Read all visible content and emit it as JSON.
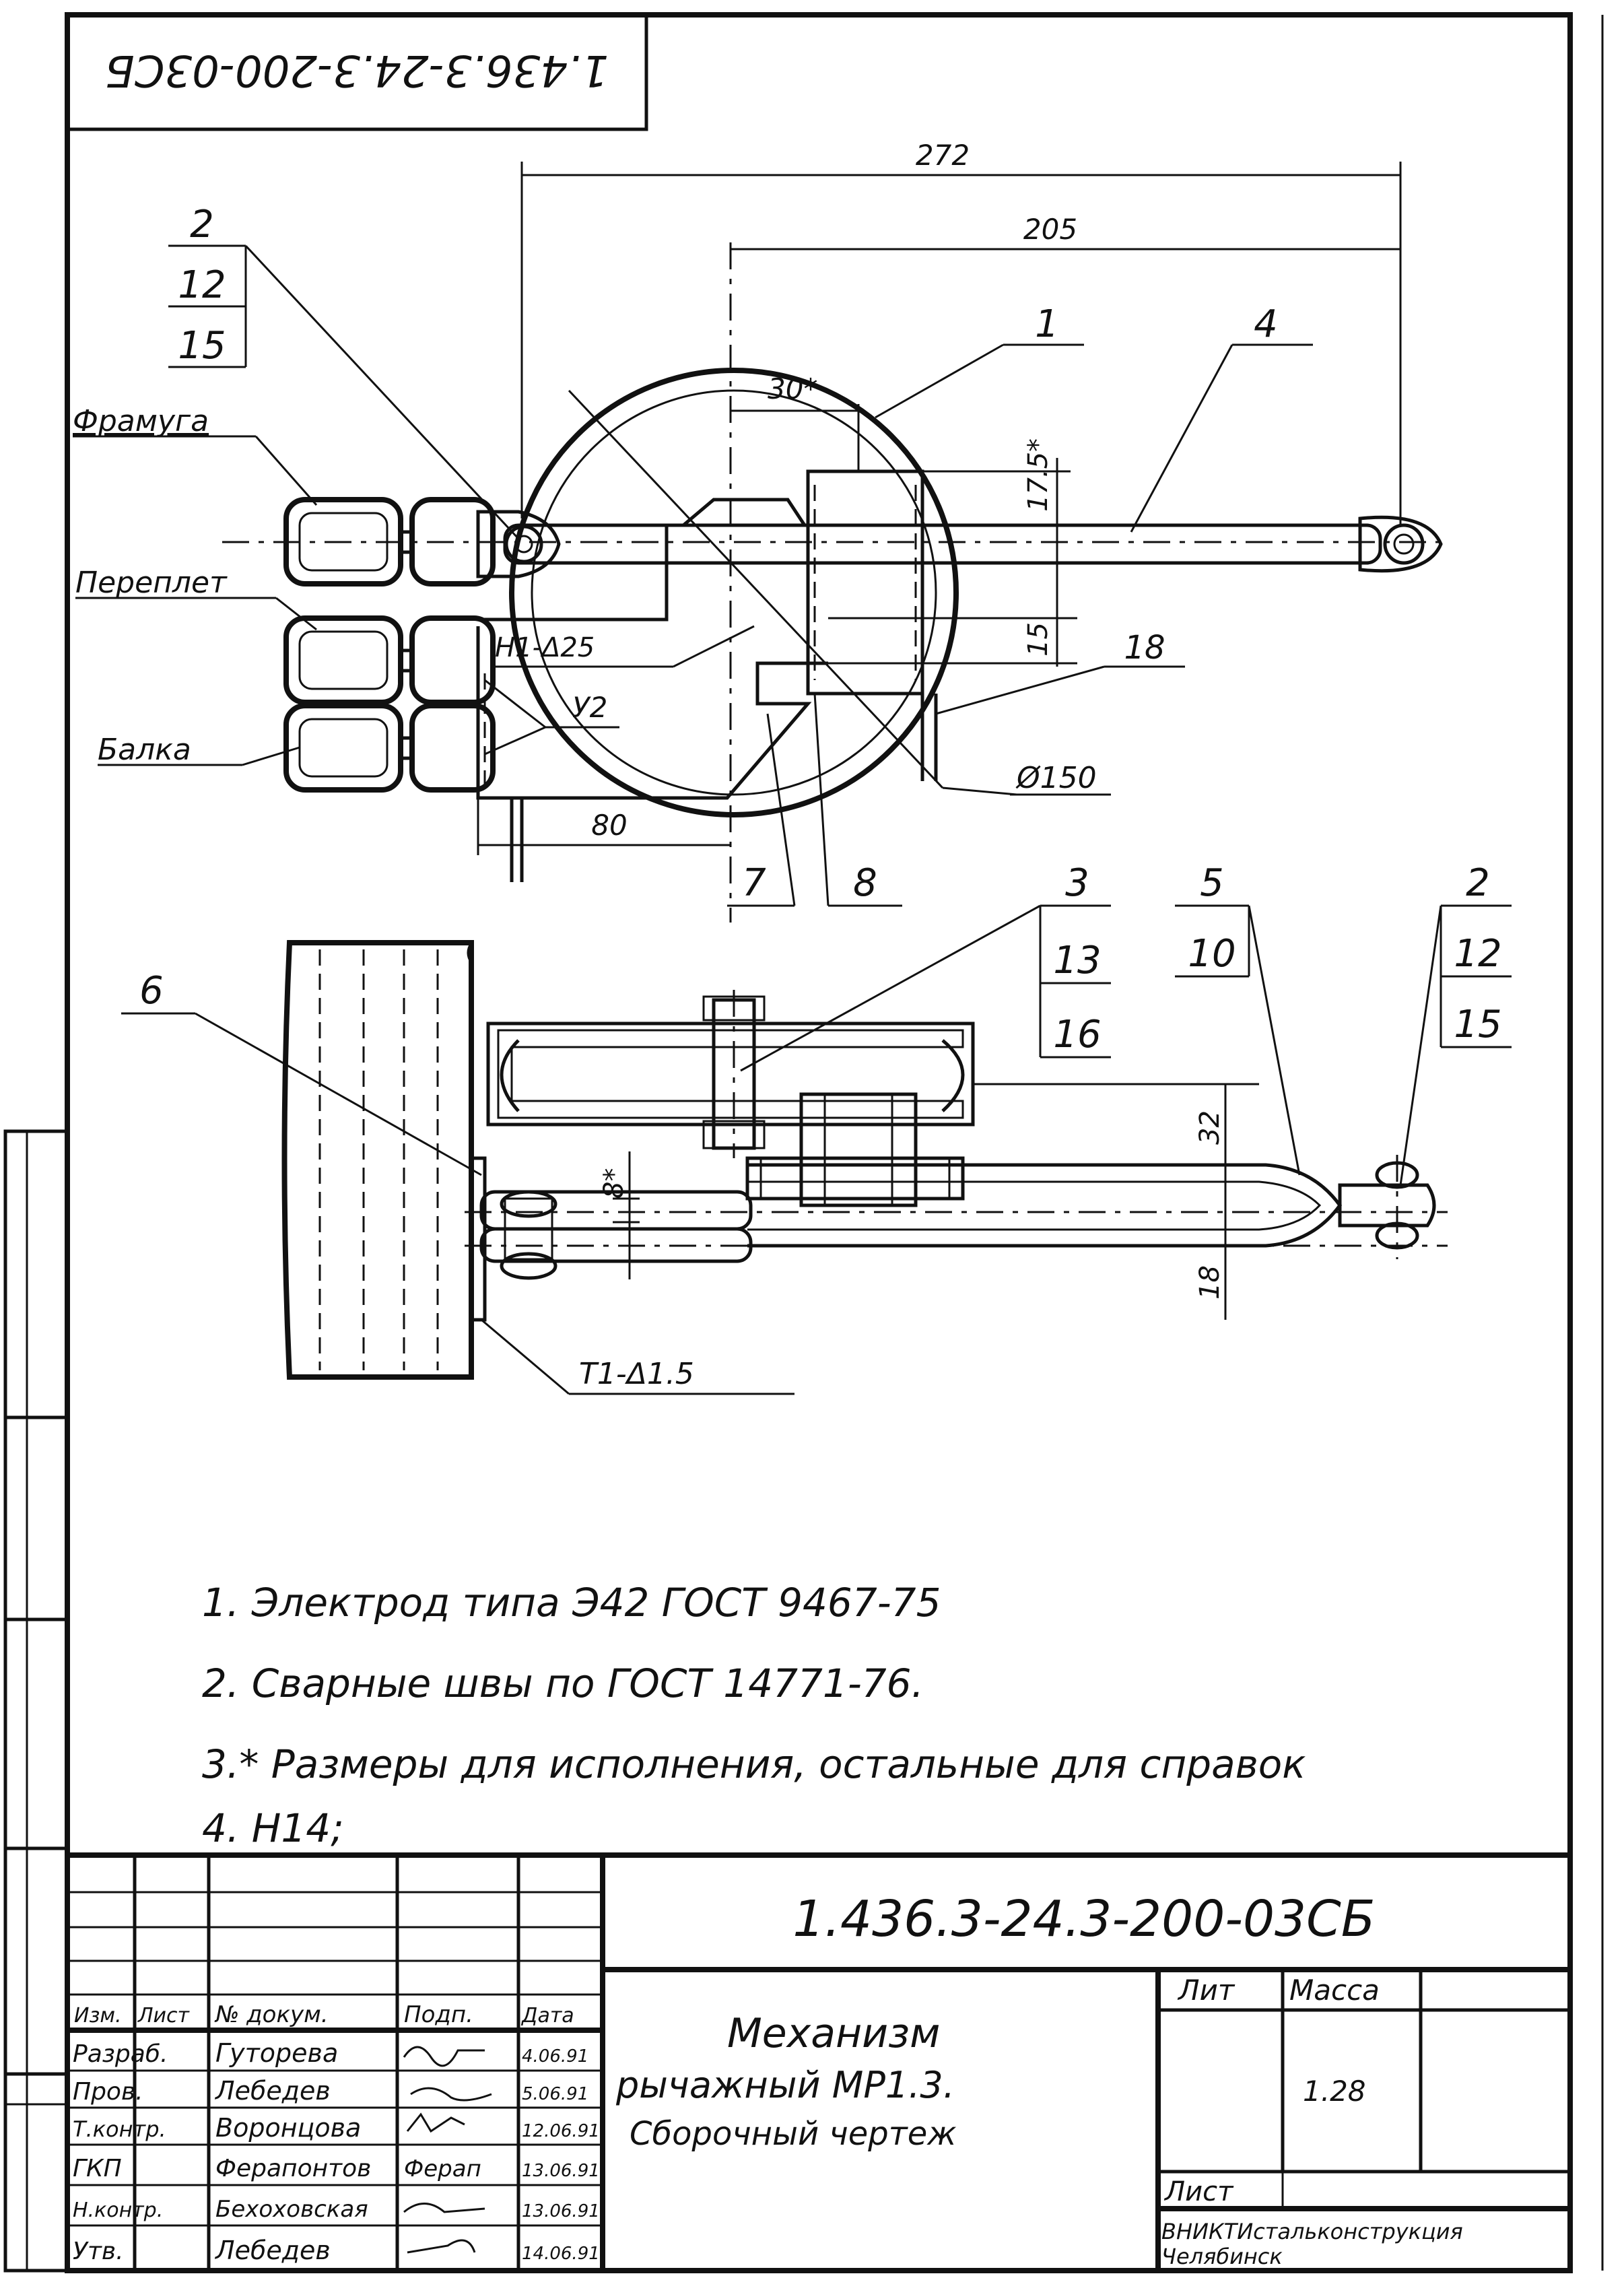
{
  "stamp_code": "1.436.3-24.3-200-03СБ",
  "dimensions": {
    "d272": "272",
    "d205": "205",
    "d30": "30*",
    "d17_5": "17.5*",
    "d15": "15",
    "d80": "80",
    "d_phi150": "Ø150",
    "d32": "32",
    "d8": "8*",
    "d18": "18"
  },
  "weld_marks": {
    "top": "Н1-Δ25",
    "bottom": "Т1-Δ1.5",
    "y2": "У2"
  },
  "profiles": {
    "p1": "Фрамуга",
    "p2": "Переплет",
    "p3": "Балка"
  },
  "callouts": {
    "c1": "1",
    "c2_top": [
      "2",
      "12",
      "15"
    ],
    "c4": "4",
    "c18": "18",
    "c7": "7",
    "c8": "8",
    "c3": [
      "3",
      "13",
      "16"
    ],
    "c5": [
      "5",
      "10"
    ],
    "c2_right": [
      "2",
      "12",
      "15"
    ],
    "c6": "6"
  },
  "notes": [
    "1. Электрод типа Э42 ГОСТ 9467-75",
    "2. Сварные швы по ГОСТ 14771-76.",
    "3.* Размеры для исполнения, остальные для справок",
    "4. Н14;"
  ],
  "title_block": {
    "doc_code": "1.436.3-24.3-200-03СБ",
    "title_lines": [
      "Механизм",
      "рычажный МР1.3.",
      "Сборочный чертеж"
    ],
    "headers": [
      "Изм.",
      "Лист",
      "№ докум.",
      "Подп.",
      "Дата"
    ],
    "staff": [
      {
        "role": "Разраб.",
        "name": "Гуторева",
        "sign": "",
        "date": "4.06.91"
      },
      {
        "role": "Пров.",
        "name": "Лебедев",
        "sign": "",
        "date": "5.06.91"
      },
      {
        "role": "Т.контр.",
        "name": "Воронцова",
        "sign": "",
        "date": "12.06.91"
      },
      {
        "role": "ГКП",
        "name": "Ферапонтов",
        "sign": "Ферап",
        "date": "13.06.91"
      },
      {
        "role": "Н.контр.",
        "name": "Бехоховская",
        "sign": "",
        "date": "13.06.91"
      },
      {
        "role": "Утв.",
        "name": "Лебедев",
        "sign": "",
        "date": "14.06.91"
      }
    ],
    "lit_label": "Лит",
    "mass_label": "Масса",
    "mass_value": "1.28",
    "sheet_label": "Лист",
    "org": [
      "ВНИКТИстальконструкция",
      "Челябинск"
    ]
  }
}
